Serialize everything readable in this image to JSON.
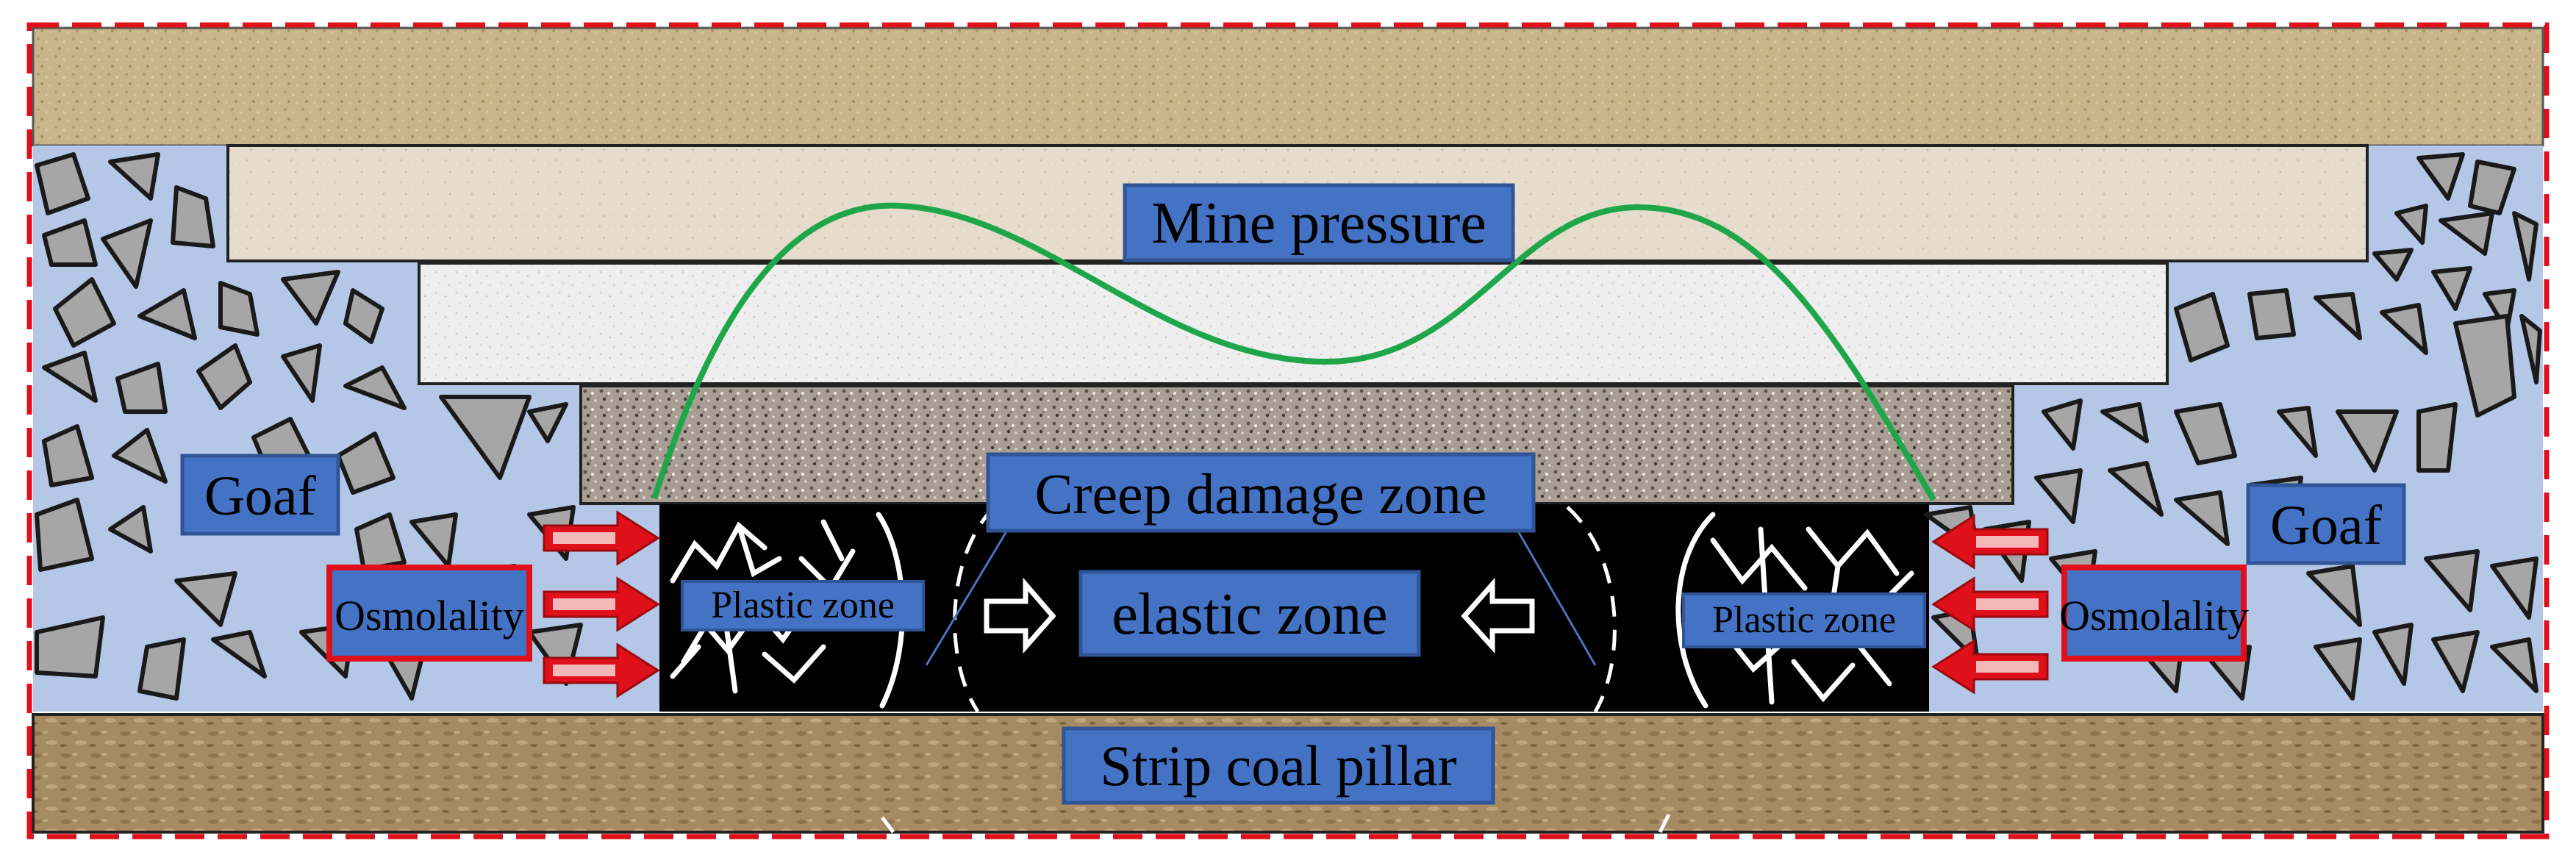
{
  "labels": {
    "mine_pressure": "Mine pressure",
    "creep_damage_zone": "Creep damage zone",
    "elastic_zone": "elastic zone",
    "plastic_zone_left": "Plastic zone",
    "plastic_zone_right": "Plastic zone",
    "goaf_left": "Goaf",
    "goaf_right": "Goaf",
    "osmolality_left": "Osmolality",
    "osmolality_right": "Osmolality",
    "strip_coal_pillar": "Strip coal pillar"
  },
  "colors": {
    "label_box_fill": "#4472c4",
    "label_box_stroke": "#2f5597",
    "osmolality_border": "#e0101a",
    "osmolality_fill": "#4472c4",
    "frame_dash": "#e0101a",
    "goaf_bg": "#b4c7e7",
    "rock_fill": "#a6a6a6",
    "pressure_curve": "#1fa64a",
    "coal": "#000000",
    "crack": "#ffffff",
    "top_stratum": "#c9b58a",
    "layer_1": "#e5dccb",
    "layer_2": "#eeeeee",
    "layer_3": "#a89e94",
    "floor": "#a58a62",
    "arrow_fill": "#e0101a",
    "pointer_line": "#2f5597"
  }
}
